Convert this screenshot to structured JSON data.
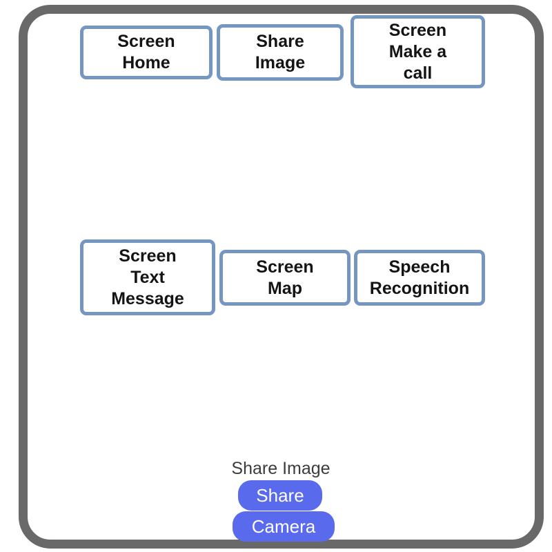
{
  "colors": {
    "frame_gray": "#696969",
    "nav_border_blue": "#7596c1",
    "nav_fill": "#ffffff",
    "nav_text": "#141414",
    "action_button_bg": "#5a6aec",
    "action_button_text": "#ffffff",
    "caption_text": "#3c3c3c"
  },
  "nav_buttons": [
    {
      "id": "screen-home",
      "label": "Screen\nHome"
    },
    {
      "id": "share-image",
      "label": "Share\nImage"
    },
    {
      "id": "screen-make-a-call",
      "label": "Screen\nMake a\ncall"
    },
    {
      "id": "screen-text-message",
      "label": "Screen\nText\nMessage"
    },
    {
      "id": "screen-map",
      "label": "Screen\nMap"
    },
    {
      "id": "speech-recognition",
      "label": "Speech\nRecognition"
    }
  ],
  "footer": {
    "caption": "Share Image",
    "buttons": [
      {
        "id": "share",
        "label": "Share"
      },
      {
        "id": "camera",
        "label": "Camera"
      }
    ]
  }
}
